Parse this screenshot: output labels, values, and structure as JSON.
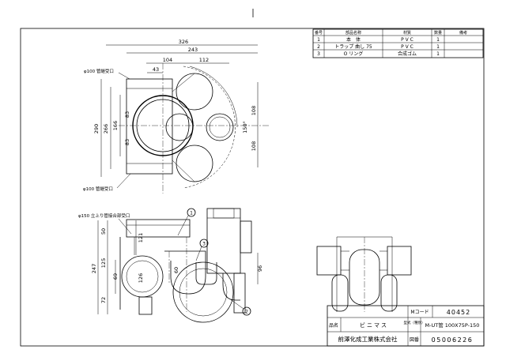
{
  "parts_table": {
    "headers": [
      "番号",
      "部品名称",
      "材質",
      "数量",
      "備考"
    ],
    "rows": [
      {
        "no": "1",
        "name": "本　体",
        "material": "P V C",
        "qty": "1",
        "note": ""
      },
      {
        "no": "2",
        "name": "トラップ 曲し 75",
        "material": "P V C",
        "qty": "1",
        "note": ""
      },
      {
        "no": "3",
        "name": "O リング",
        "material": "合成ゴム",
        "qty": "1",
        "note": ""
      }
    ]
  },
  "title_block": {
    "m_code_label": "Mコード",
    "m_code": "40452",
    "name_label": "品名",
    "name": "ビニマス",
    "model_label": "型式（種別）",
    "model": "M-UT管 100X75P-150",
    "drawing_label": "図番",
    "drawing_no": "05006226",
    "company": "前澤化成工業株式会社"
  },
  "top_view": {
    "dims_top": [
      "326",
      "243",
      "104",
      "112",
      "43"
    ],
    "dims_left": [
      "290",
      "266",
      "166",
      "83",
      "83"
    ],
    "dims_right": [
      "108",
      "108",
      "150°"
    ],
    "label_top": "φ100 管継受口",
    "label_bottom": "φ100 管継受口"
  },
  "front_view": {
    "label": "φ150 立上り管接合部受口",
    "dims_left": [
      "50",
      "121",
      "247",
      "125",
      "72",
      "69",
      "126"
    ],
    "dims_inner": [
      "60"
    ],
    "dims_right": [
      "96"
    ],
    "callouts": [
      "1",
      "2",
      "3"
    ]
  }
}
